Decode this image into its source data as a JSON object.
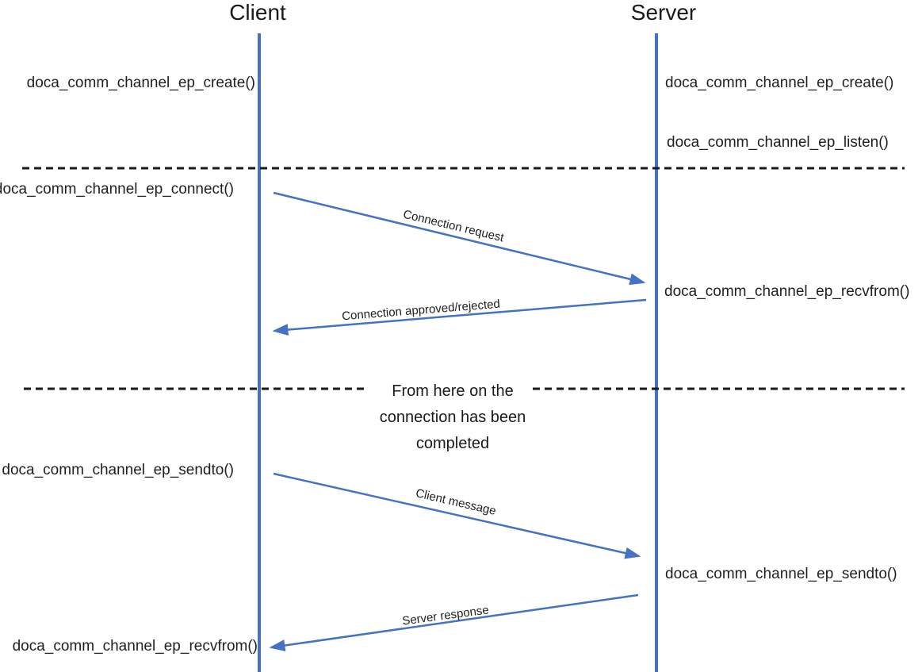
{
  "diagram": {
    "lifelines": {
      "client_title": "Client",
      "server_title": "Server"
    },
    "client_calls": {
      "create": "doca_comm_channel_ep_create()",
      "connect": "doca_comm_channel_ep_connect()",
      "sendto": "doca_comm_channel_ep_sendto()",
      "recvfrom": "doca_comm_channel_ep_recvfrom()"
    },
    "server_calls": {
      "create": "doca_comm_channel_ep_create()",
      "listen": "doca_comm_channel_ep_listen()",
      "recvfrom": "doca_comm_channel_ep_recvfrom()",
      "sendto": "doca_comm_channel_ep_sendto()"
    },
    "messages": {
      "connection_request": "Connection request",
      "connection_response": "Connection approved/rejected",
      "client_message": "Client message",
      "server_response": "Server response"
    },
    "annotation": "From here on the\nconnection has been\ncompleted",
    "colors": {
      "arrow_blue": "#4472C4",
      "text": "#1f1f1f",
      "divider": "#1a1a1a"
    }
  }
}
